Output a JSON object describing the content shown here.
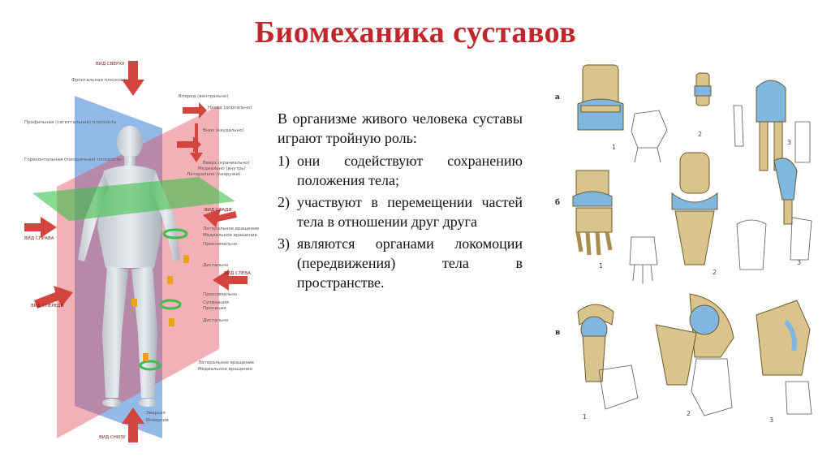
{
  "slide": {
    "title": "Биомеханика суставов",
    "intro": "В организме живого человека суставы играют тройную роль:",
    "roles": [
      {
        "num": "1)",
        "text": "они содействуют сохранению положения тела;"
      },
      {
        "num": "2)",
        "text": "участвуют в перемещении частей тела в отношении друг друга"
      },
      {
        "num": "3)",
        "text": "являются органами локомоции (передвижения) тела в пространстве."
      }
    ]
  },
  "body_figure": {
    "labels": {
      "view_top": "ВИД СВЕРХУ",
      "frontal_plane": "Фронтальная плоскость",
      "sagittal_plane": "Профильная (сагиттальная) плоскость",
      "horizontal_plane": "Горизонтальная (поперечная) плоскость",
      "view_right": "ВИД СПРАВА",
      "view_front": "ВИД СПЕРЕДИ",
      "view_back": "ВИД СЗАДИ",
      "view_left": "ВИД СЛЕВА",
      "view_bottom": "ВИД СНИЗУ",
      "forward": "Вперед (вентрально)",
      "backward": "Назад (дорсально)",
      "down": "Вниз (каудально)",
      "up": "Вверх (краниально)",
      "medial": "Медиально (внутрь)",
      "lateral": "Латерально (кнаружи)",
      "lateral_rotation": "Латеральное вращение",
      "medial_rotation": "Медиальное вращение",
      "proximal": "Проксимально",
      "distal": "Дистально",
      "supination": "Супинация",
      "pronation": "Пронация",
      "eversion": "Эверсия",
      "inversion": "Инверсия"
    }
  },
  "joints_figure": {
    "row_letters": [
      "а",
      "б",
      "в"
    ],
    "panel_numbers": [
      "1",
      "2",
      "3"
    ]
  },
  "colors": {
    "title": "#c0272d",
    "frontal_plane": "#3b7fd6",
    "sagittal_plane": "#e2505f",
    "horizontal_plane": "#3bbf4a",
    "arrow": "#d4453f",
    "bone": "#d9c48c",
    "cartilage": "#7fb7e0"
  }
}
